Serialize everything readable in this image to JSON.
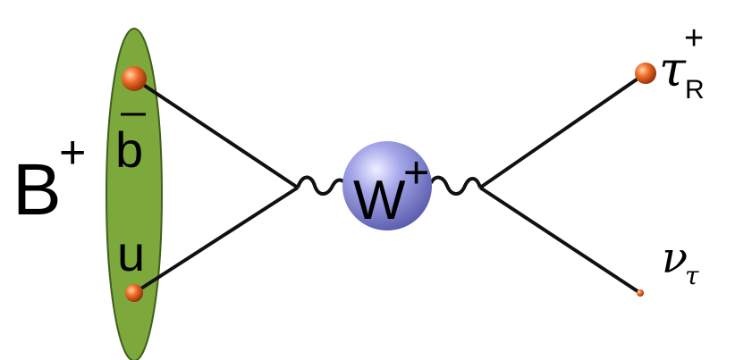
{
  "labels": {
    "meson": {
      "base": "B",
      "sup": "+"
    },
    "quark_bbar": "b",
    "quark_u": "u",
    "boson": {
      "base": "W",
      "sup": "+"
    },
    "tau": {
      "base": "τ",
      "sup": "+",
      "sub": "R"
    },
    "neutrino": {
      "base": "ν",
      "sub": "τ"
    }
  },
  "colors": {
    "meson_fill": "#7da83c",
    "meson_stroke": "#3f5f1c",
    "particle": "#e8621e",
    "boson": "#9a9be0",
    "line": "#111111"
  },
  "icons": {
    "meson": "ellipse",
    "quarks": "orange-sphere",
    "boson": "blue-sphere",
    "neutrino": "small-orange-dot"
  }
}
